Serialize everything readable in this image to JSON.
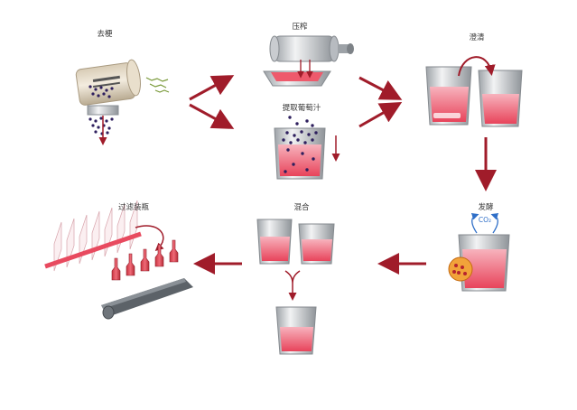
{
  "steps": {
    "destem": "去梗",
    "press": "压榨",
    "extract": "提取葡萄汁",
    "settle": "澄清",
    "ferment": "发酵",
    "co2": "CO₂",
    "blend": "混合",
    "filter_bottle": "过滤装瓶"
  },
  "colors": {
    "arrow": "#a01c2a",
    "juice": "#e84a5f",
    "juice_light": "#f4a6b0",
    "grape": "#2e1f5e",
    "tank": "#cfd2d6",
    "co2": "#2f6fc8"
  }
}
